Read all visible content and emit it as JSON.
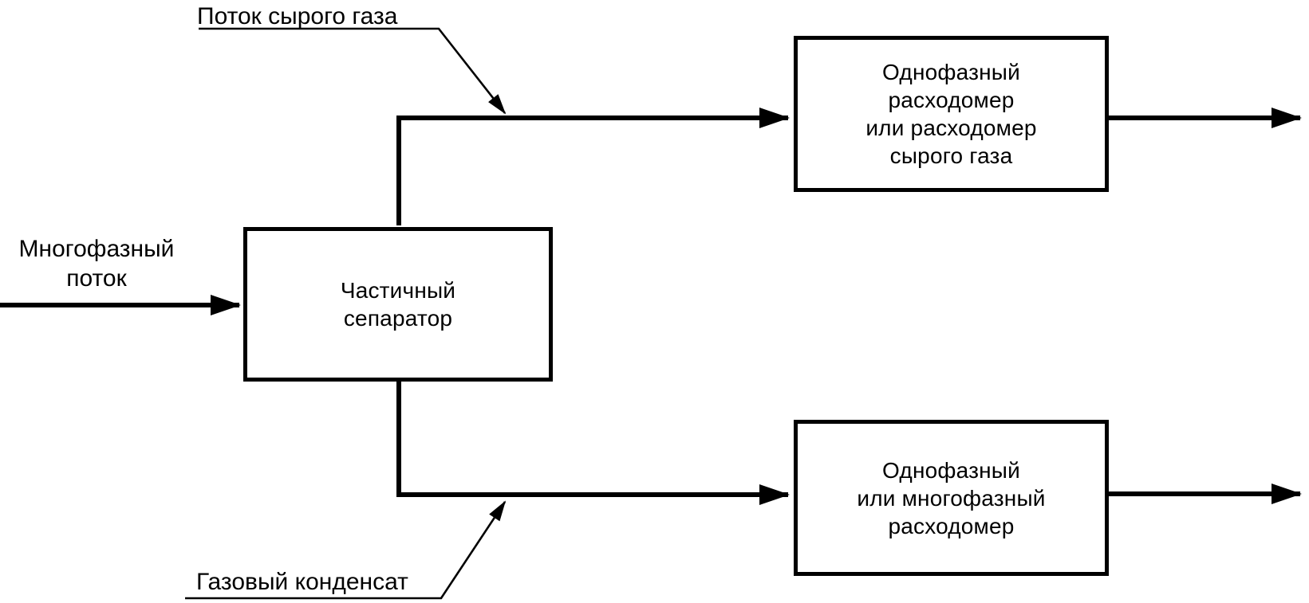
{
  "diagram": {
    "labels": {
      "raw_gas_stream": "Поток сырого газа",
      "multiphase_flow": {
        "lines": [
          "Многофазный",
          "поток"
        ]
      },
      "gas_condensate": "Газовый конденсат"
    },
    "boxes": {
      "separator": {
        "lines": [
          "Частичный",
          "сепаратор"
        ]
      },
      "raw_gas_meter": {
        "lines": [
          "Однофазный",
          "расходомер",
          "или расходомер",
          "сырого газа"
        ]
      },
      "multiphase_meter": {
        "lines": [
          "Однофазный",
          "или многофазный",
          "расходомер"
        ]
      }
    },
    "colors": {
      "line": "#000000",
      "background": "#ffffff"
    }
  }
}
